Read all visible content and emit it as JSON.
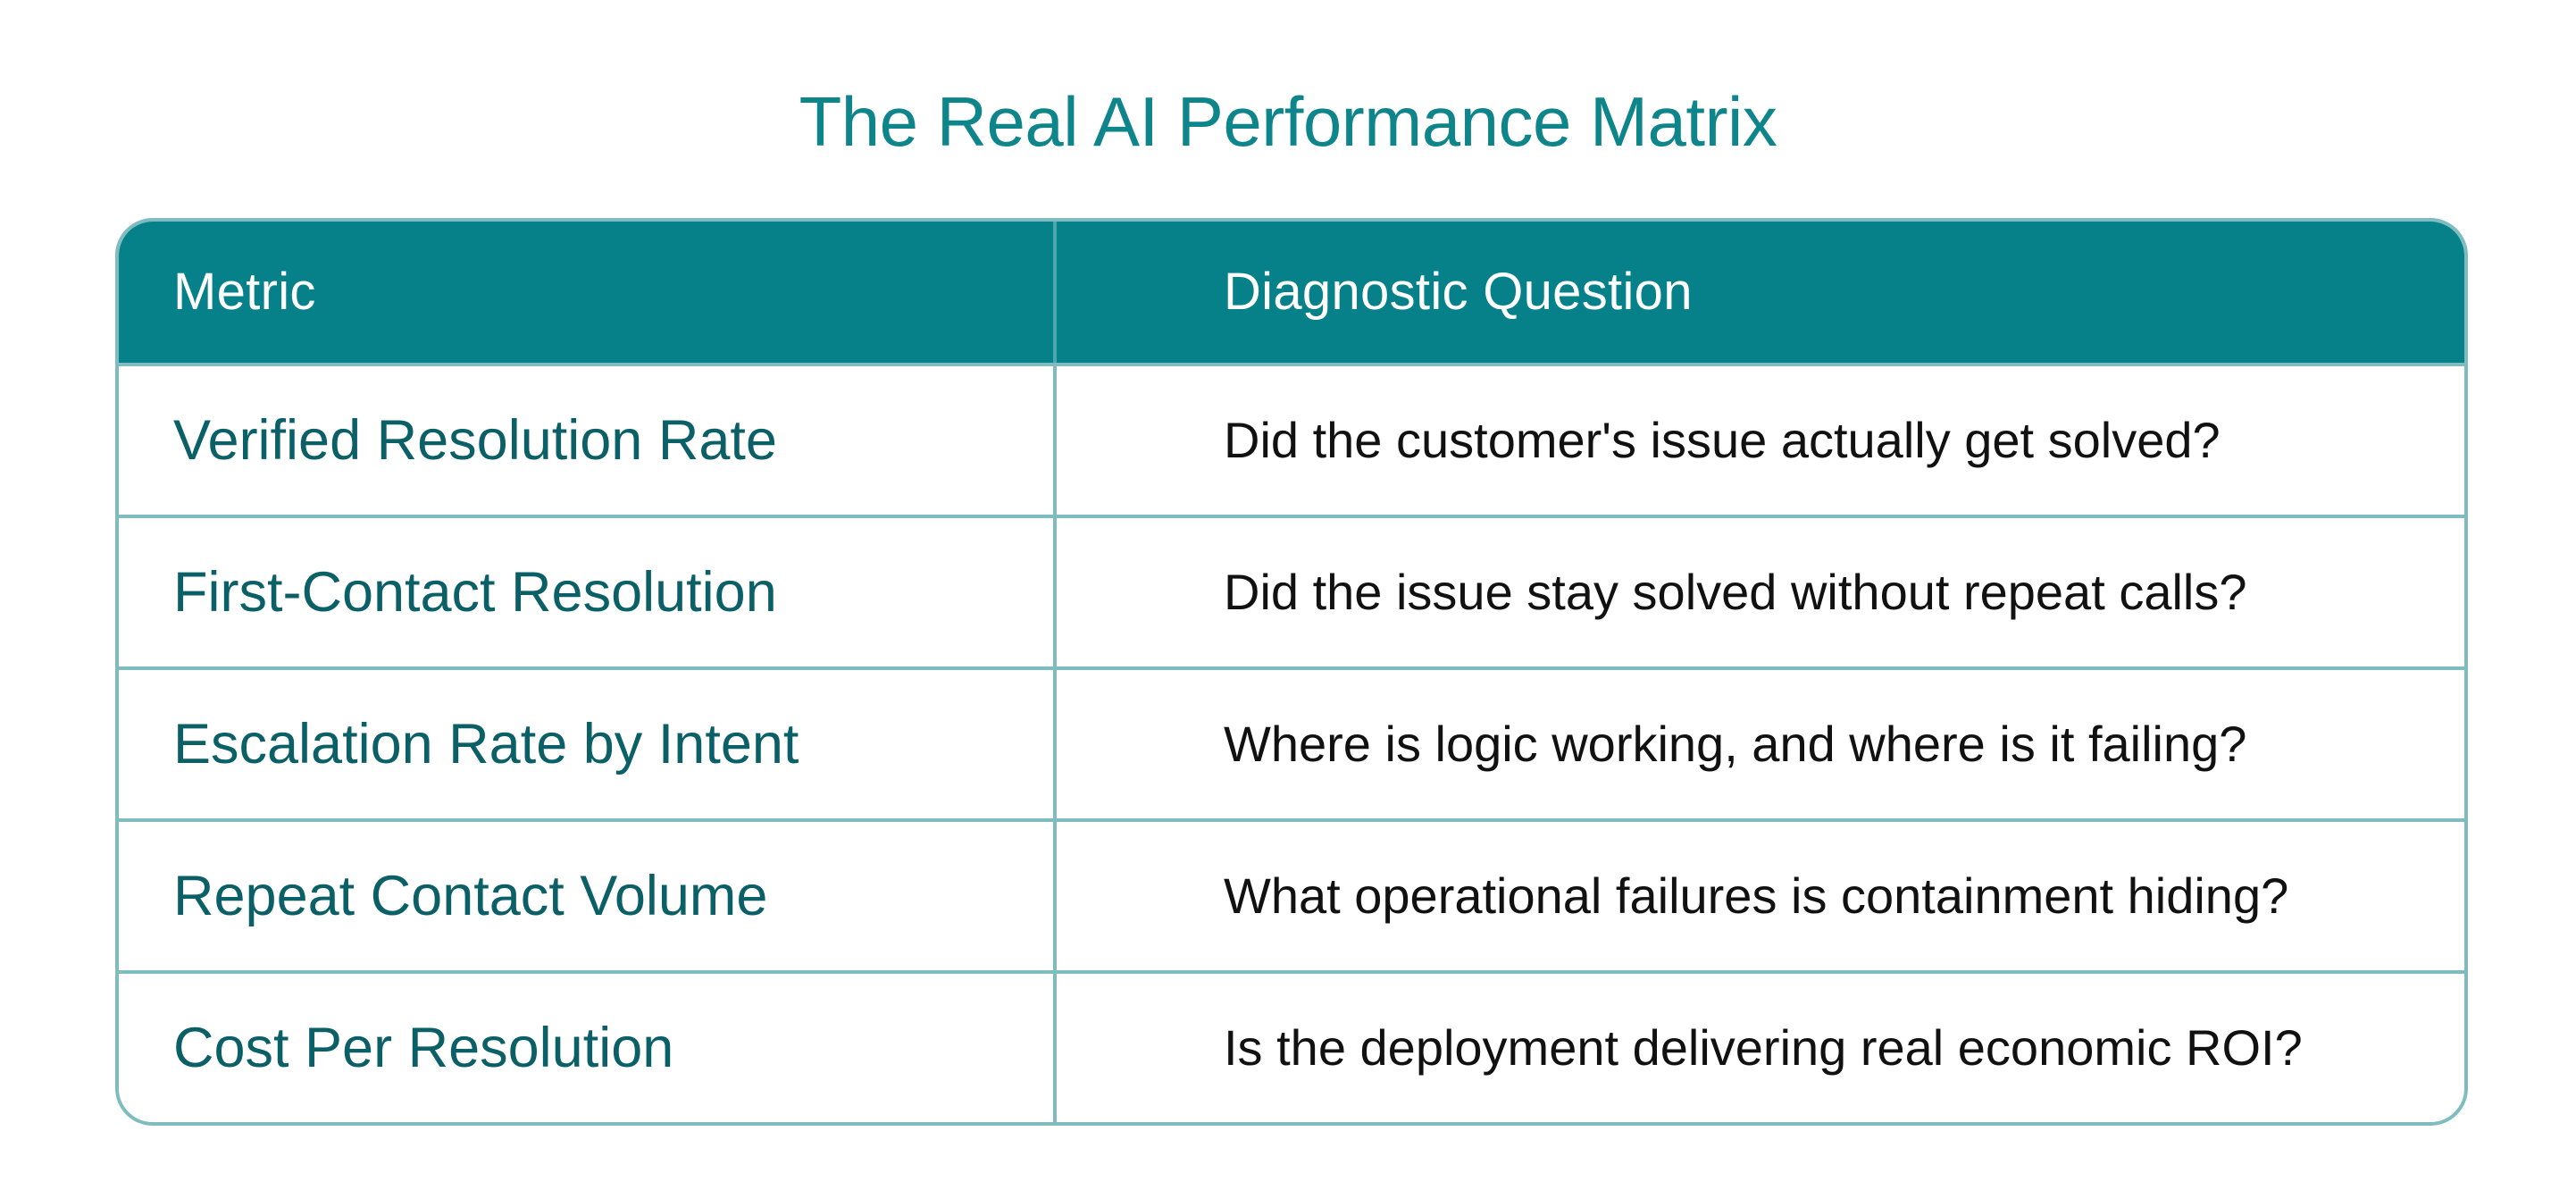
{
  "title": "The Real AI Performance Matrix",
  "colors": {
    "accent": "#06818a",
    "title": "#0e858b",
    "metric_text": "#0b5f66",
    "border": "#7fbcc0",
    "question_text": "#111111"
  },
  "table": {
    "headers": [
      "Metric",
      "Diagnostic Question"
    ],
    "rows": [
      {
        "metric": "Verified Resolution Rate",
        "question": "Did the customer's issue actually get solved?"
      },
      {
        "metric": "First-Contact Resolution",
        "question": "Did the issue stay solved without repeat calls?"
      },
      {
        "metric": "Escalation Rate by Intent",
        "question": "Where is logic working, and where is it failing?"
      },
      {
        "metric": "Repeat Contact Volume",
        "question": "What operational failures is containment hiding?"
      },
      {
        "metric": "Cost Per Resolution",
        "question": "Is the deployment delivering real economic ROI?"
      }
    ]
  }
}
